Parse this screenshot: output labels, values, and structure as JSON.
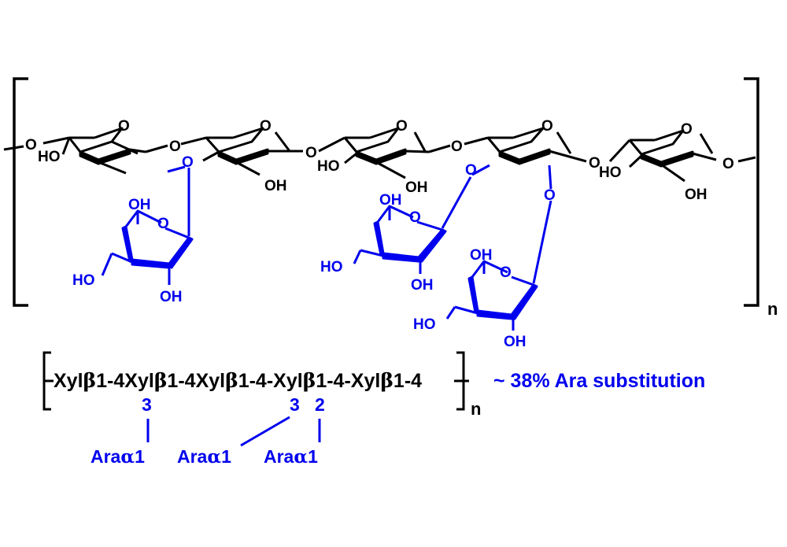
{
  "colors": {
    "main": "#000000",
    "accent": "#0000ee"
  },
  "structure": {
    "repeat_unit_n": "n",
    "atoms": {
      "oxygen": "O",
      "hydroxyl": "OH",
      "hydroxyl_left": "HO"
    }
  },
  "sequence": {
    "segments": [
      "Xyl",
      "β",
      "1-4",
      "Xyl",
      "β",
      "1-4",
      "Xyl",
      "β",
      "1-4-",
      "Xyl",
      "β",
      "1-4-",
      "Xyl",
      "β",
      "1-4"
    ],
    "repeat_n": "n",
    "branch_positions": [
      "3",
      "3",
      "2"
    ],
    "branches": [
      {
        "prefix": "Ara",
        "greek": "α",
        "suffix": "1"
      },
      {
        "prefix": "Ara",
        "greek": "α",
        "suffix": "1"
      },
      {
        "prefix": "Ara",
        "greek": "α",
        "suffix": "1"
      }
    ]
  },
  "annotation": "~ 38% Ara substitution"
}
